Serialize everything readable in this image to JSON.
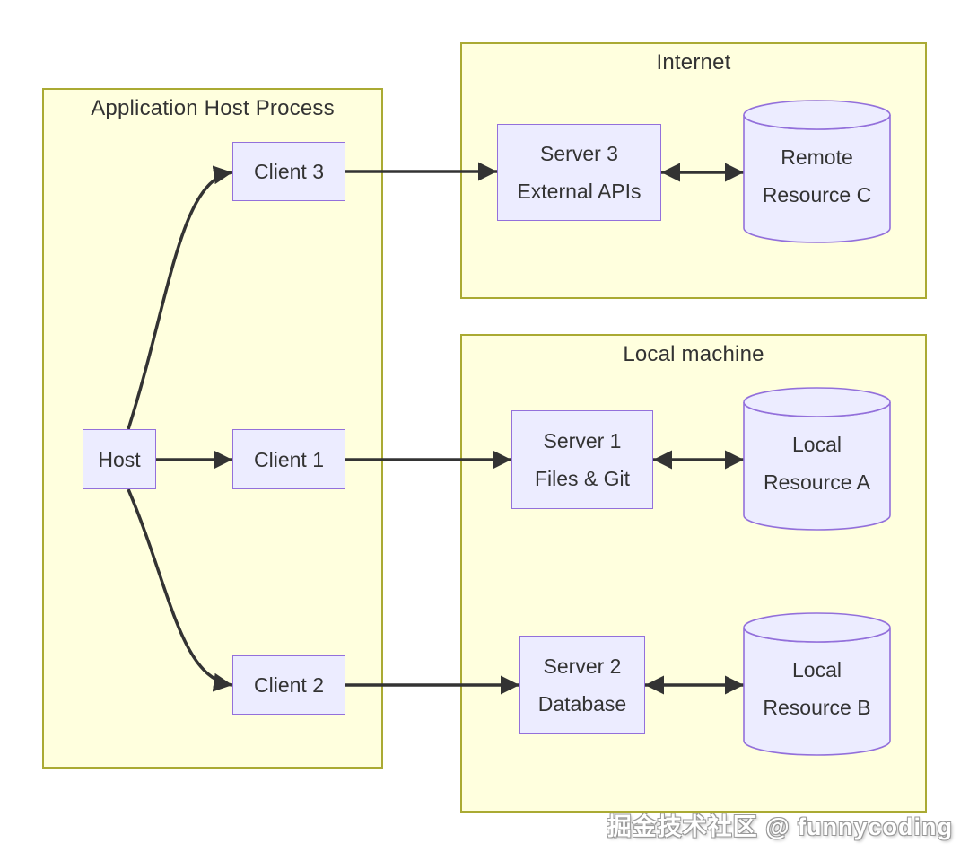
{
  "diagram": {
    "type": "flowchart",
    "clusters": {
      "host_process": {
        "title": "Application Host Process"
      },
      "internet": {
        "title": "Internet"
      },
      "local_machine": {
        "title": "Local machine"
      }
    },
    "nodes": {
      "host": {
        "label": "Host",
        "shape": "rect"
      },
      "client1": {
        "label": "Client 1",
        "shape": "rect"
      },
      "client2": {
        "label": "Client 2",
        "shape": "rect"
      },
      "client3": {
        "label": "Client 3",
        "shape": "rect"
      },
      "server1": {
        "line1": "Server 1",
        "line2": "Files & Git",
        "shape": "rect"
      },
      "server2": {
        "line1": "Server 2",
        "line2": "Database",
        "shape": "rect"
      },
      "server3": {
        "line1": "Server 3",
        "line2": "External APIs",
        "shape": "rect"
      },
      "resource_a": {
        "line1": "Local",
        "line2": "Resource A",
        "shape": "cylinder"
      },
      "resource_b": {
        "line1": "Local",
        "line2": "Resource B",
        "shape": "cylinder"
      },
      "resource_c": {
        "line1": "Remote",
        "line2": "Resource C",
        "shape": "cylinder"
      }
    },
    "edges": [
      {
        "from": "Host",
        "to": "Client 3",
        "arrows": "one-way"
      },
      {
        "from": "Host",
        "to": "Client 1",
        "arrows": "one-way"
      },
      {
        "from": "Host",
        "to": "Client 2",
        "arrows": "one-way"
      },
      {
        "from": "Client 3",
        "to": "Server 3",
        "arrows": "one-way"
      },
      {
        "from": "Client 1",
        "to": "Server 1",
        "arrows": "one-way"
      },
      {
        "from": "Client 2",
        "to": "Server 2",
        "arrows": "one-way"
      },
      {
        "from": "Server 3",
        "to": "Remote Resource C",
        "arrows": "two-way"
      },
      {
        "from": "Server 1",
        "to": "Local Resource A",
        "arrows": "two-way"
      },
      {
        "from": "Server 2",
        "to": "Local Resource B",
        "arrows": "two-way"
      }
    ],
    "colors": {
      "cluster_fill": "#ffffde",
      "cluster_border": "#aaaa33",
      "node_fill": "#ececff",
      "node_border": "#9370db",
      "edge": "#333333",
      "text": "#333333"
    }
  },
  "watermark": {
    "text": "掘金技术社区 @ funnycoding"
  }
}
